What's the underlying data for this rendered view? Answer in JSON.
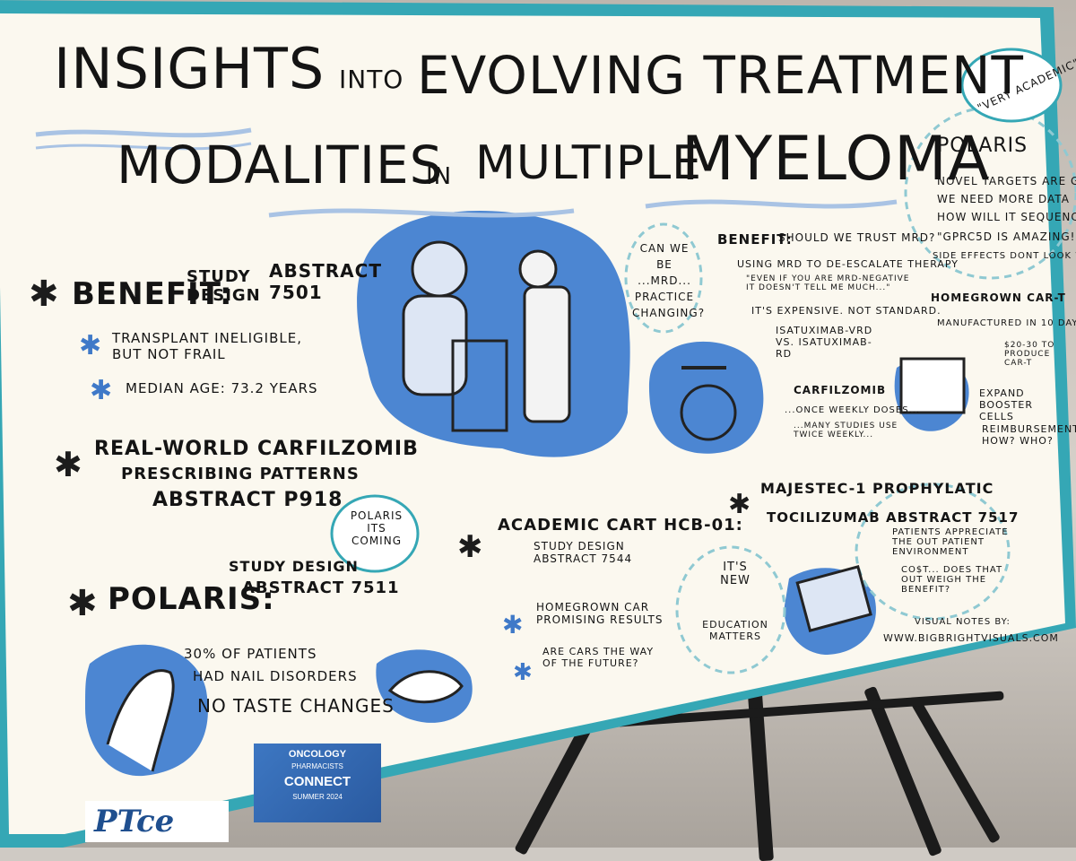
{
  "title": {
    "line1": "Insights",
    "line1b": "into",
    "line1c": "Evolving Treatment",
    "line2": "Modalities",
    "line2b": "in",
    "line2c": "Multiple",
    "line2d": "Myeloma"
  },
  "corner_bubble": "\"Very Academic\"",
  "polaris_box": {
    "heading": "Polaris",
    "items": [
      "Novel targets are good",
      "We need more data",
      "How will it sequence",
      "\"GPRC5D is amazing!\"",
      "Side effects dont look worse"
    ]
  },
  "benefit_block": {
    "label": "Benefit:",
    "sub": "Study Design",
    "abstract": "Abstract 7501",
    "bullets": [
      "Transplant ineligible, but not frail",
      "Median age: 73.2 years"
    ]
  },
  "real_world": {
    "line1": "Real-World Carfilzomib",
    "line2": "Prescribing Patterns",
    "line3": "Abstract P918"
  },
  "polaris_left": {
    "label": "Polaris:",
    "sub": "Study Design",
    "abstract": "Abstract 7511",
    "bubble": "Polaris its coming"
  },
  "nail": {
    "line1": "30% of patients",
    "line2": "had nail disorders",
    "taste": "No taste changes"
  },
  "mrd_bubble": "Can we be ...MRD... practice changing?",
  "benefit_right": {
    "label": "Benefit:",
    "title": "Should we trust MRD?",
    "items": [
      "Using MRD to de-escalate therapy",
      "\"Even if you are MRD-negative it doesn't tell me much...\"",
      "It's expensive. Not standard.",
      "Isatuximab-Vrd vs. Isatuximab-Rd"
    ]
  },
  "carfilzomib": {
    "label": "Carfilzomib",
    "items": [
      "...Once weekly doses...",
      "...Many studies use twice weekly..."
    ]
  },
  "homegrown": {
    "label": "Homegrown CAR-T",
    "made": "Manufactured in 10 days",
    "cost": "$20-30 to produce CAR-T",
    "items": [
      "Expand booster cells",
      "Reimbursement?? How? Who?"
    ]
  },
  "academic_cart": {
    "line1": "Academic CART HCB-01:",
    "line2": "Study Design Abstract 7544",
    "items": [
      "Homegrown CAR promising results",
      "Are CARs the way of the future?"
    ]
  },
  "majestec": {
    "line1": "MajesTEC-1 Prophylatic",
    "line2": "Tocilizumab Abstract 7517",
    "bubble_new": "It's new",
    "bubble_edu": "Education matters",
    "items": [
      "Patients appreciate the out patient environment",
      "Co$t... does that out weigh the benefit?"
    ]
  },
  "credits": {
    "line1": "Visual Notes by:",
    "line2": "www.bigbrightvisuals.com"
  },
  "logos": {
    "ptce": "PTce",
    "opc1": "Oncology",
    "opc2": "Pharmacists",
    "opc3": "Connect",
    "opc4": "Summer 2024"
  },
  "colors": {
    "board": "#fbf8ef",
    "frame": "#35a7b5",
    "accent": "#3f79c8",
    "ink": "#141414"
  }
}
